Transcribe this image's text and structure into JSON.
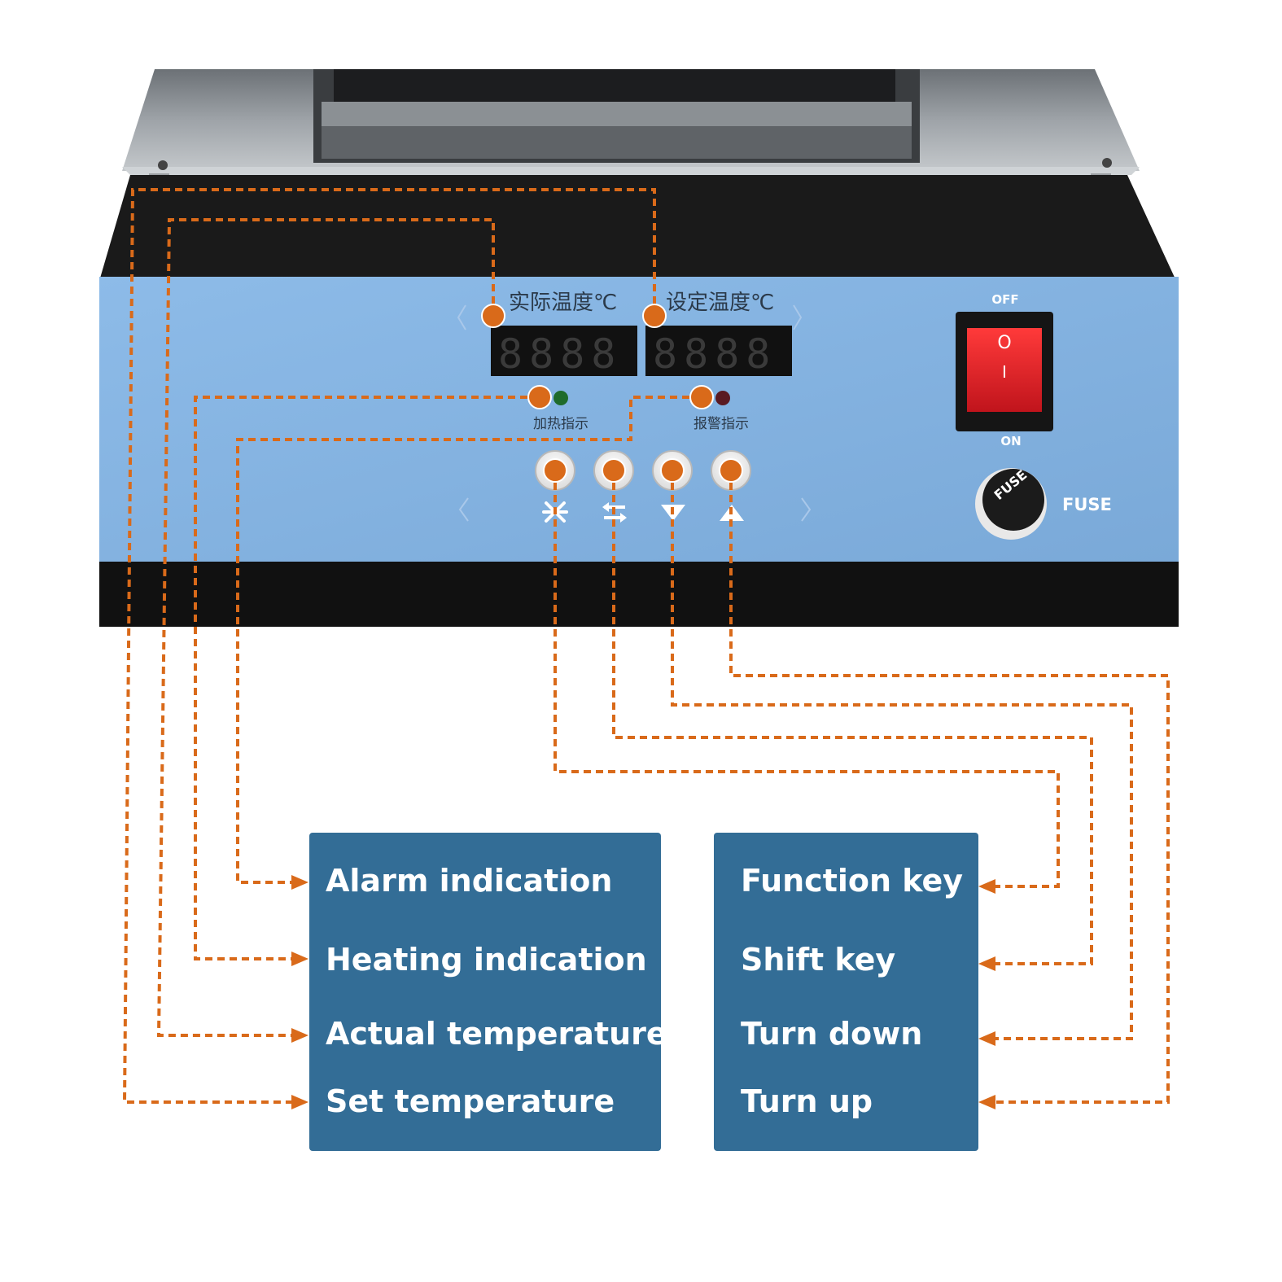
{
  "device": {
    "display_actual_caption": "实际温度℃",
    "display_set_caption": "设定温度℃",
    "display_actual_digits": "8888",
    "display_set_digits": "8888",
    "heating_led_caption": "加热指示",
    "alarm_led_caption": "报警指示",
    "switch_off_label": "OFF",
    "switch_on_label": "ON",
    "switch_glyph_top": "O",
    "switch_glyph_bottom": "I",
    "fuse_cap_label": "FUSE",
    "fuse_label": "FUSE",
    "key_icons": [
      "function-icon",
      "shift-icon",
      "down-arrow-icon",
      "up-arrow-icon"
    ]
  },
  "left_box": {
    "items": [
      "Alarm indication",
      "Heating indication",
      "Actual temperature",
      "Set temperature"
    ]
  },
  "right_box": {
    "items": [
      "Function key",
      "Shift key",
      "Turn down",
      "Turn up"
    ]
  },
  "colors": {
    "panel_blue": "#84b3e2",
    "box_blue": "#336d96",
    "leader_orange": "#d96a1a",
    "switch_red": "#e0202a",
    "case_black": "#141414"
  }
}
